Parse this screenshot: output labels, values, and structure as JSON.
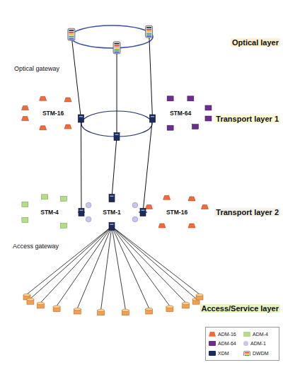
{
  "diagram": {
    "nodes": [
      {
        "text": [
          "Optical layer"
        ]
      },
      {
        "text": [
          "Transport layer 1"
        ]
      },
      {
        "text": [
          "STM-16"
        ],
        "in": 1
      },
      {
        "text": [
          "STM-64"
        ],
        "in": 1
      },
      {
        "text": [
          "Transport layer 2"
        ]
      },
      {
        "text": [
          "STM-4"
        ],
        "in": 4
      },
      {
        "text": [
          "STM-1"
        ],
        "in": 4
      },
      {
        "text": [
          "STM-16"
        ],
        "in": 4
      },
      {
        "text": [
          "Access/Service layer"
        ]
      }
    ],
    "labels": [
      "Optical gateway",
      "Access gateway"
    ],
    "legend": [
      {
        "text": "ADM-16",
        "color": "#f26b3a"
      },
      {
        "text": "ADM-4",
        "color": "#b5dc8a"
      },
      {
        "text": "ADM-64",
        "color": "#6b2d8e"
      },
      {
        "text": "ADM-1",
        "color": "#c9c6ec"
      },
      {
        "text": "XDM",
        "color": "#1c2b5e"
      },
      {
        "text": "DWDM"
      }
    ]
  }
}
